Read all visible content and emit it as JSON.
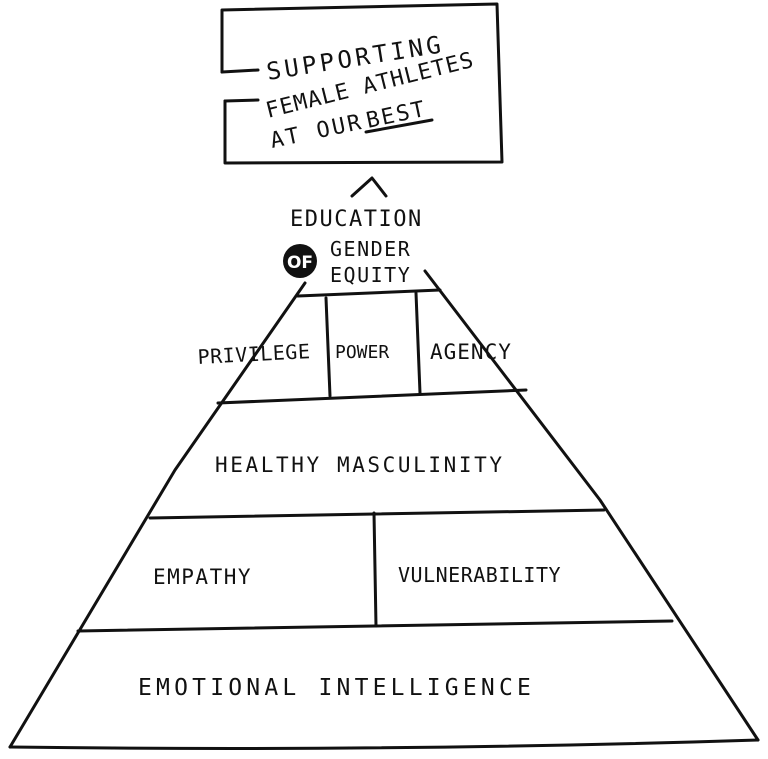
{
  "goal_box": {
    "line1": "Supporting",
    "line2": "Female Athletes",
    "line3_prefix": "at our",
    "line3_emphasis": "best"
  },
  "apex": {
    "education": "Education",
    "of_badge": "OF",
    "gender": "Gender",
    "equity": "Equity"
  },
  "tiers": {
    "tier1": [
      "Privilege",
      "Power",
      "Agency"
    ],
    "tier2": [
      "Healthy Masculinity"
    ],
    "tier3": [
      "Empathy",
      "Vulnerability"
    ],
    "tier4": [
      "Emotional Intelligence"
    ]
  }
}
